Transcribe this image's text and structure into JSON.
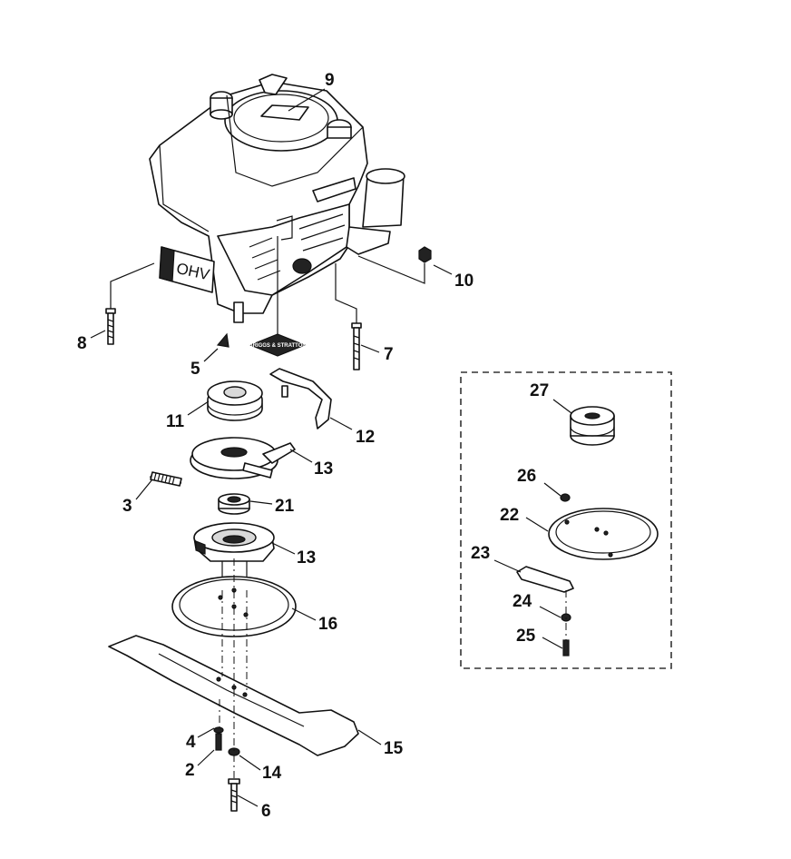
{
  "diagram": {
    "engine_label": "OHV",
    "brand_label": "BRIGGS & STRATTON",
    "callouts": [
      {
        "id": "c9",
        "text": "9"
      },
      {
        "id": "c10",
        "text": "10"
      },
      {
        "id": "c8",
        "text": "8"
      },
      {
        "id": "c7",
        "text": "7"
      },
      {
        "id": "c5",
        "text": "5"
      },
      {
        "id": "c11",
        "text": "11"
      },
      {
        "id": "c12",
        "text": "12"
      },
      {
        "id": "c13a",
        "text": "13"
      },
      {
        "id": "c3",
        "text": "3"
      },
      {
        "id": "c21",
        "text": "21"
      },
      {
        "id": "c13b",
        "text": "13"
      },
      {
        "id": "c16",
        "text": "16"
      },
      {
        "id": "c15",
        "text": "15"
      },
      {
        "id": "c4",
        "text": "4"
      },
      {
        "id": "c2",
        "text": "2"
      },
      {
        "id": "c14",
        "text": "14"
      },
      {
        "id": "c6",
        "text": "6"
      },
      {
        "id": "c27",
        "text": "27"
      },
      {
        "id": "c26",
        "text": "26"
      },
      {
        "id": "c22",
        "text": "22"
      },
      {
        "id": "c23",
        "text": "23"
      },
      {
        "id": "c24",
        "text": "24"
      },
      {
        "id": "c25",
        "text": "25"
      }
    ]
  }
}
